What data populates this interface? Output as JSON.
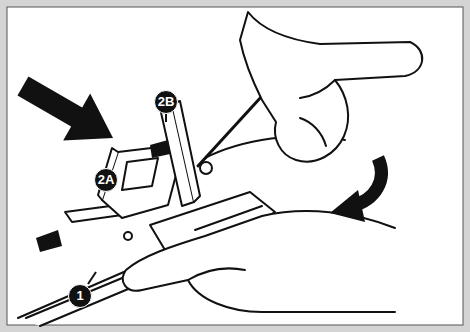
{
  "diagram": {
    "labels": [
      "2B",
      "2A",
      "1"
    ]
  }
}
